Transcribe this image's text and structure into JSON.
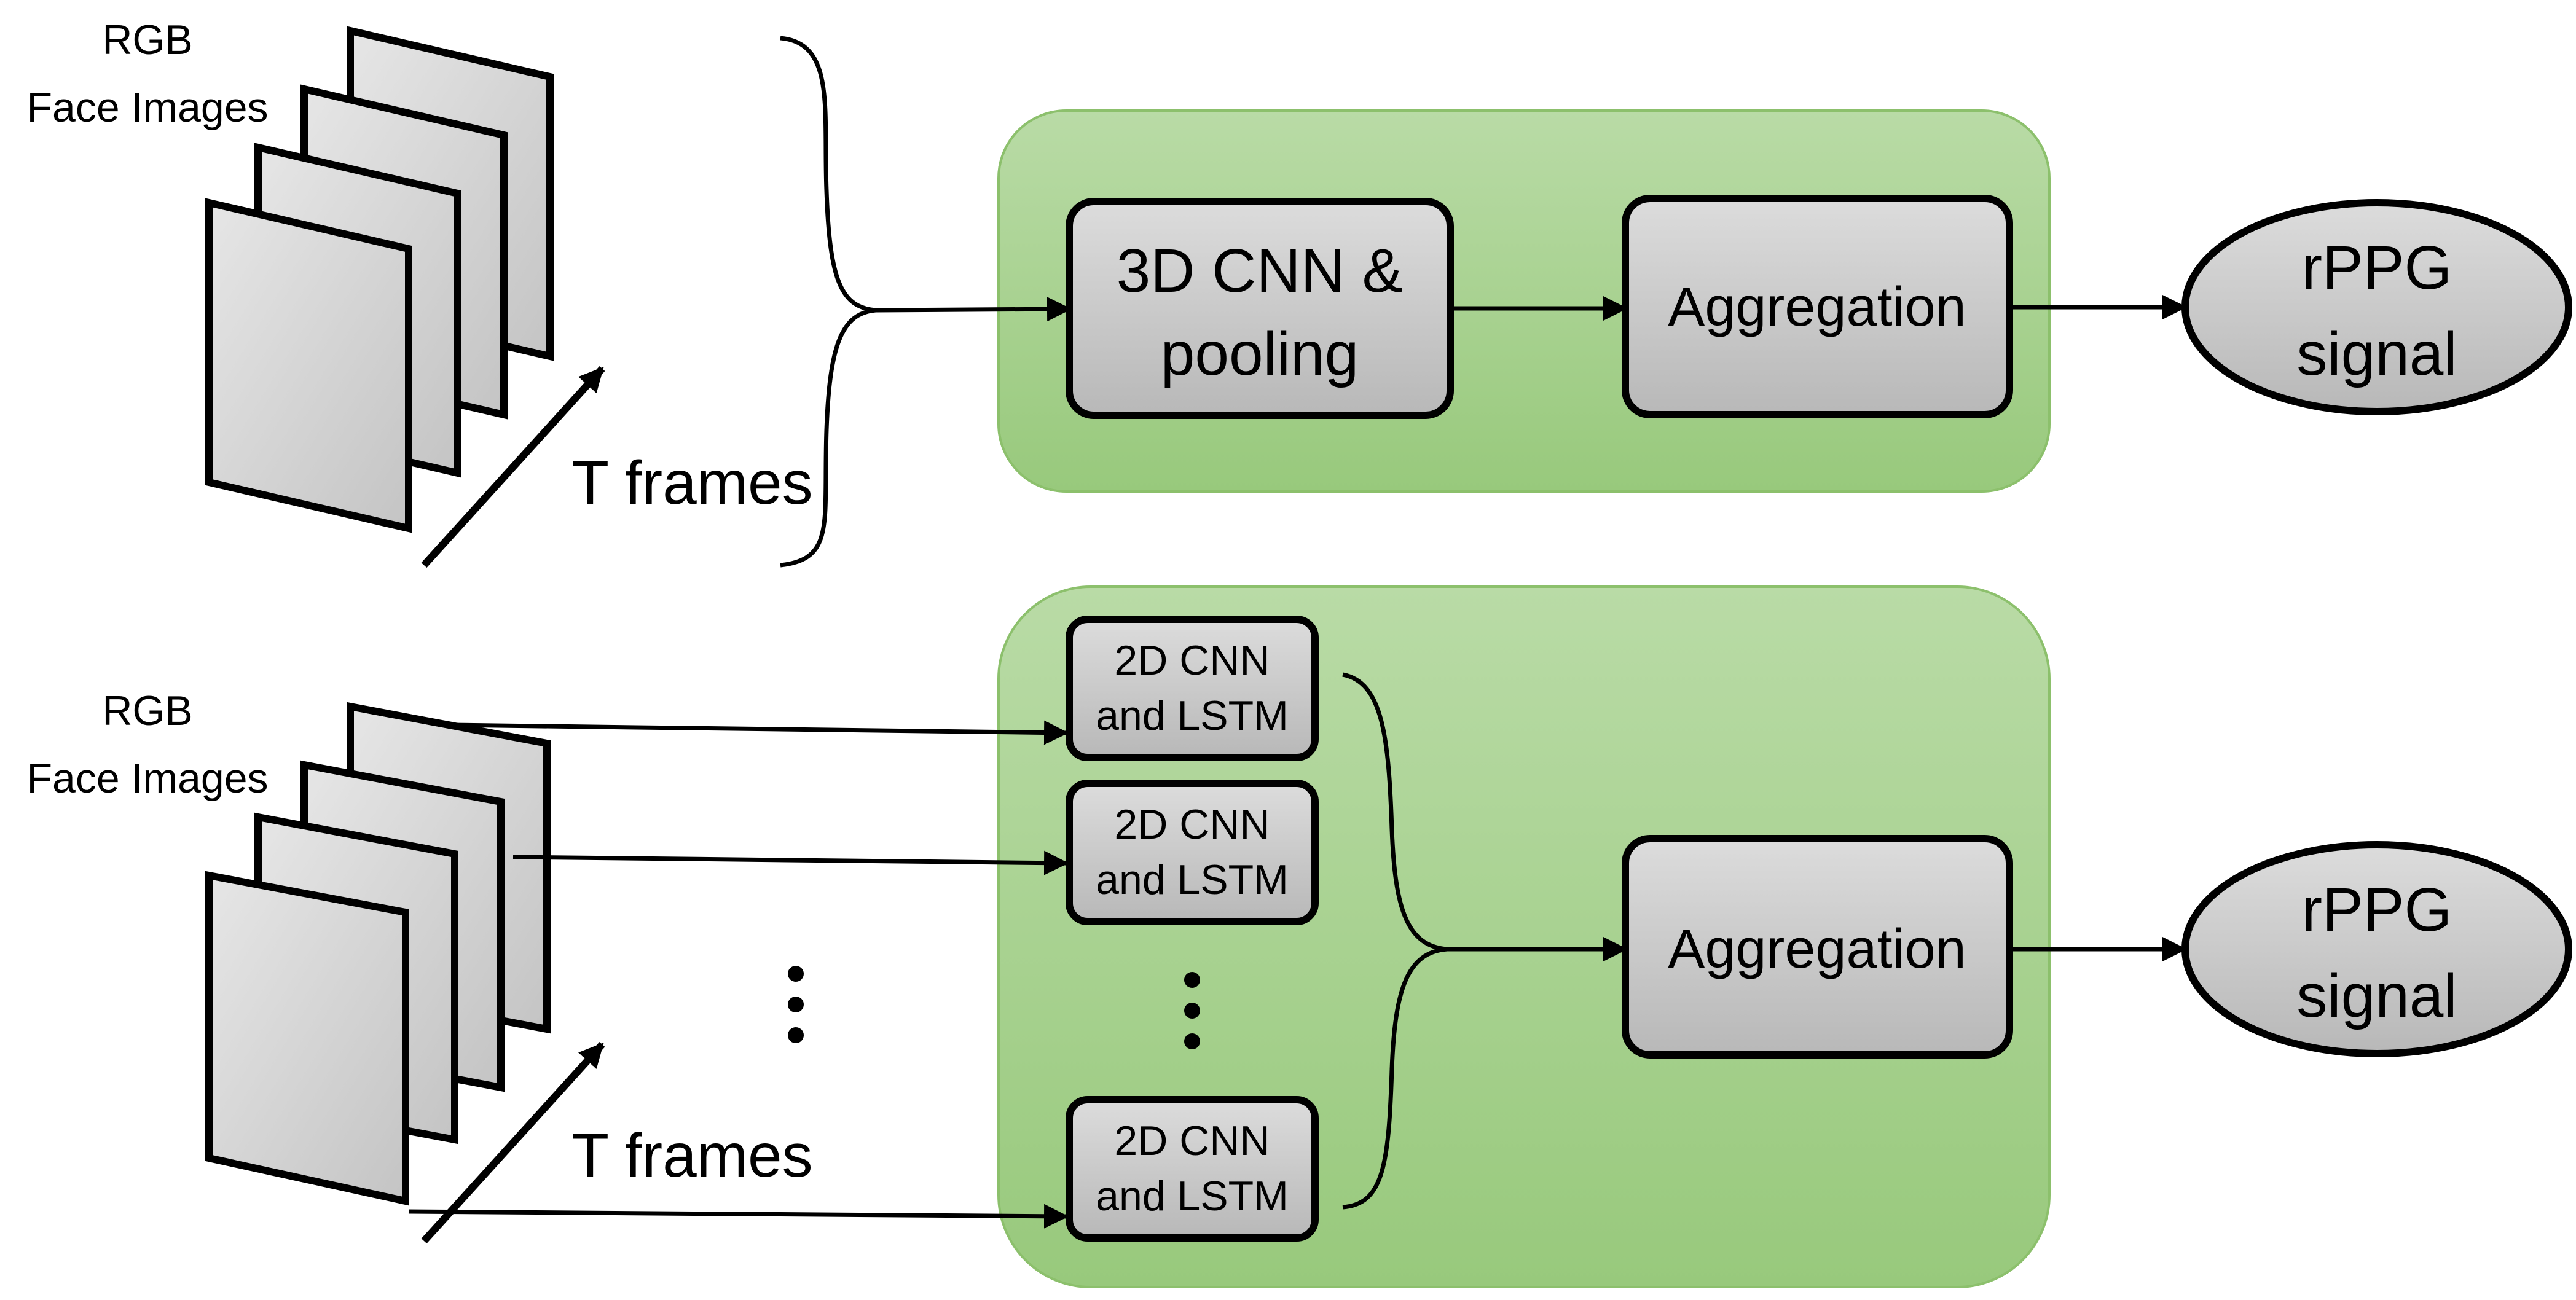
{
  "top": {
    "input_label_line1": "RGB",
    "input_label_line2": "Face Images",
    "frames_label": "T frames",
    "block1_line1": "3D CNN &",
    "block1_line2": "pooling",
    "block2": "Aggregation",
    "output_line1": "rPPG",
    "output_line2": "signal"
  },
  "bottom": {
    "input_label_line1": "RGB",
    "input_label_line2": "Face Images",
    "frames_label": "T frames",
    "cnn_line1": "2D CNN",
    "cnn_line2": "and LSTM",
    "ellipsis": "⋮",
    "aggregation": "Aggregation",
    "output_line1": "rPPG",
    "output_line2": "signal"
  },
  "colors": {
    "panel_fill": "#a9d18e",
    "block_fill": "#c8c8c8",
    "frame_fill": "#d4d4d4",
    "stroke": "#000000"
  }
}
